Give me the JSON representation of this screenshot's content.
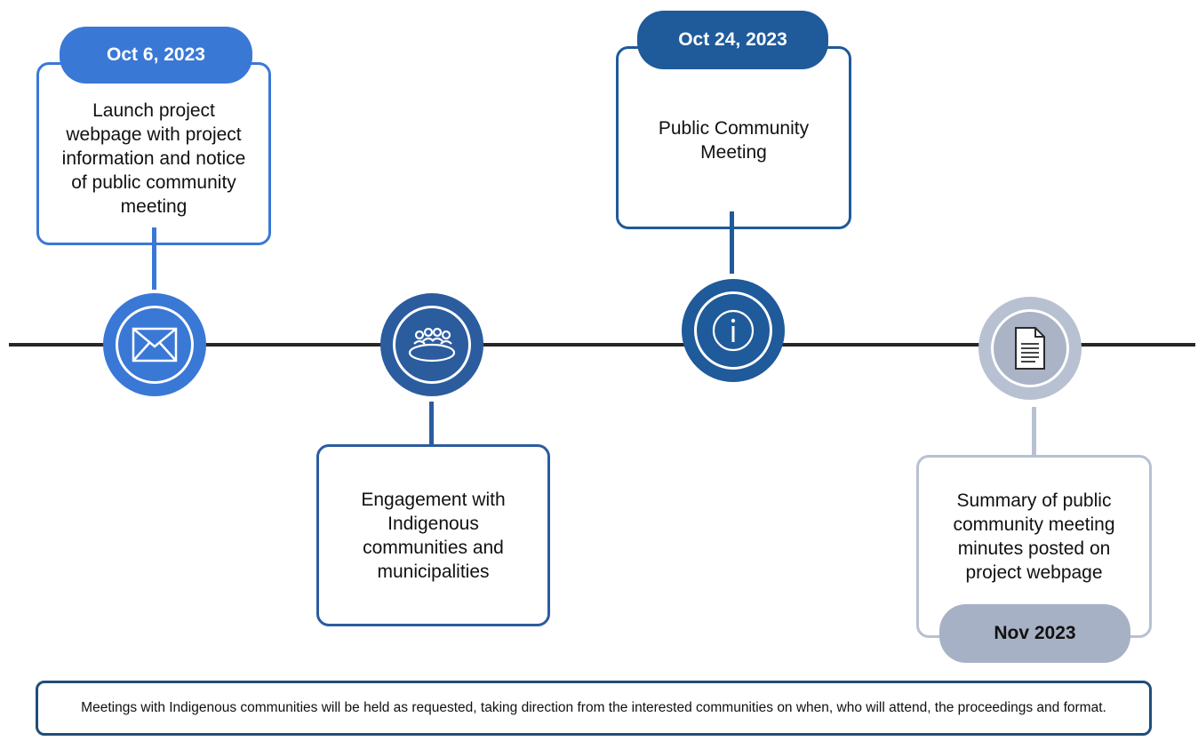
{
  "milestones": [
    {
      "date": "Oct 6, 2023",
      "text": "Launch project webpage with project information and notice of public community meeting",
      "icon": "envelope-icon"
    },
    {
      "date": "",
      "text": "Engagement with Indigenous communities and municipalities",
      "icon": "group-meeting-icon"
    },
    {
      "date": "Oct 24, 2023",
      "text": "Public Community Meeting",
      "icon": "info-icon"
    },
    {
      "date": "Nov 2023",
      "text": "Summary of public community meeting minutes posted on project webpage",
      "icon": "document-icon"
    }
  ],
  "note": "Meetings with Indigenous communities will be held as requested, taking direction from the interested communities on when, who will attend, the proceedings and format.",
  "colors": {
    "m1": "#3a78d6",
    "m2": "#2b5c9e",
    "m3": "#1f5a9a",
    "m4_border": "#b8c1d1",
    "m4_fill": "#aab4c6",
    "m4_pill": "#a7b1c5",
    "line": "#262626",
    "note_border": "#1f4e79"
  }
}
